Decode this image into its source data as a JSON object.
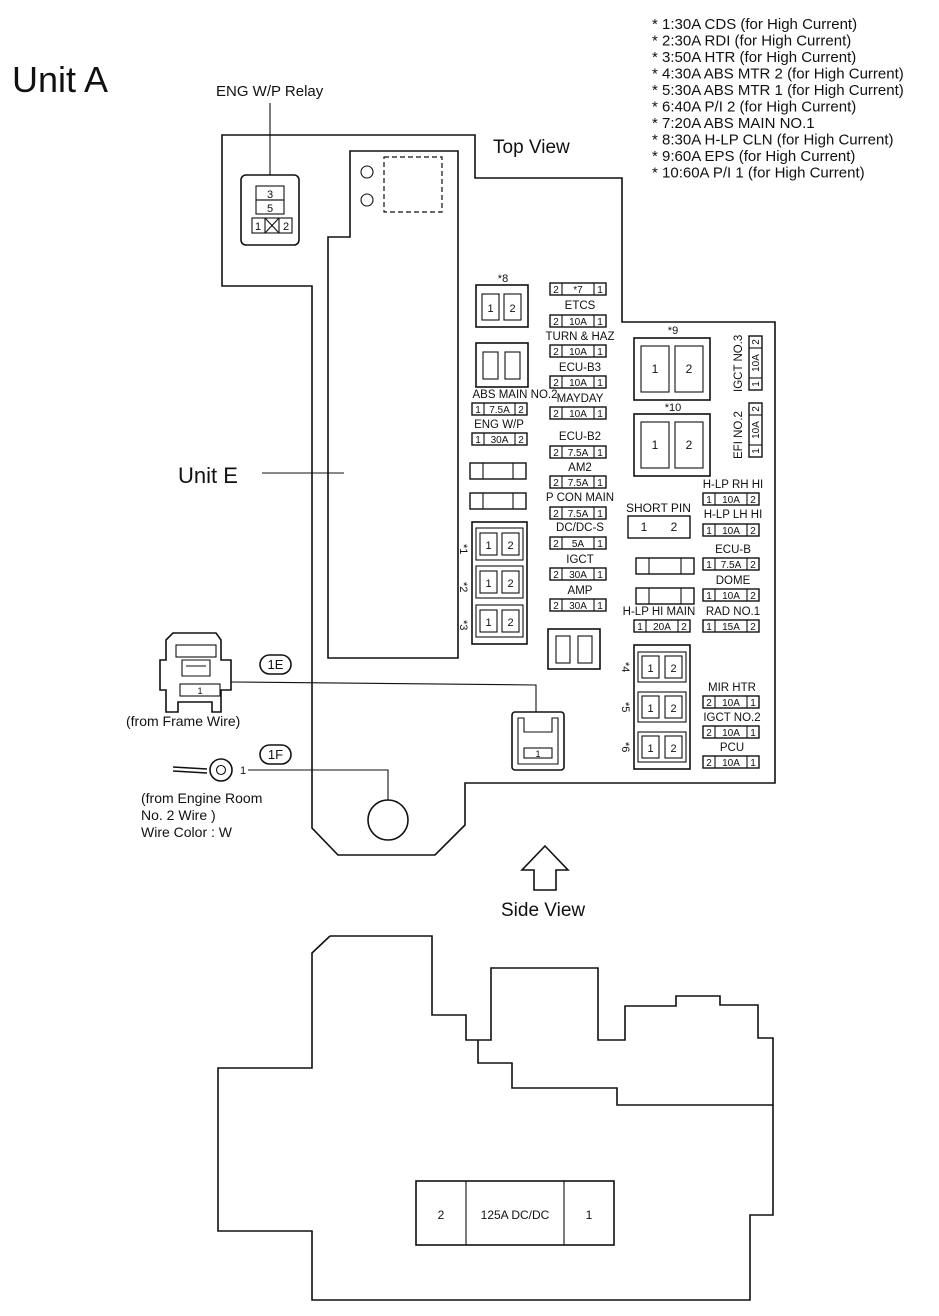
{
  "title": "Unit A",
  "notes": [
    "* 1:30A CDS (for High Current)",
    "* 2:30A RDI (for High Current)",
    "* 3:50A HTR (for High Current)",
    "* 4:30A ABS MTR 2 (for High Current)",
    "* 5:30A ABS MTR 1 (for High Current)",
    "* 6:40A P/I 2 (for High Current)",
    "* 7:20A ABS MAIN NO.1",
    "* 8:30A H-LP CLN (for High Current)",
    "* 9:60A EPS (for High Current)",
    "* 10:60A P/I 1 (for High Current)"
  ],
  "labels": {
    "top_view": "Top View",
    "side_view": "Side View",
    "unit_e": "Unit E",
    "eng_wp_relay": "ENG W/P Relay",
    "short_pin": "SHORT PIN",
    "conn_1e": "1E",
    "conn_1f": "1F",
    "from_frame_wire": "(from Frame Wire)",
    "engine_room_1": "(from Engine Room",
    "engine_room_2": "No. 2 Wire )",
    "wire_color": "Wire Color : W"
  },
  "relay": {
    "pin3": "3",
    "pin5": "5",
    "pin1": "1",
    "pin2": "2"
  },
  "mini_fuses": [
    {
      "name": "",
      "rating": "*7",
      "left": "2",
      "right": "1"
    },
    {
      "name": "ETCS",
      "rating": "10A",
      "left": "2",
      "right": "1"
    },
    {
      "name": "TURN & HAZ",
      "rating": "10A",
      "left": "2",
      "right": "1"
    },
    {
      "name": "ECU-B3",
      "rating": "10A",
      "left": "2",
      "right": "1"
    },
    {
      "name": "MAYDAY",
      "rating": "10A",
      "left": "2",
      "right": "1"
    },
    {
      "name": "ECU-B2",
      "rating": "7.5A",
      "left": "2",
      "right": "1"
    },
    {
      "name": "AM2",
      "rating": "7.5A",
      "left": "2",
      "right": "1"
    },
    {
      "name": "P CON MAIN",
      "rating": "7.5A",
      "left": "2",
      "right": "1"
    },
    {
      "name": "DC/DC-S",
      "rating": "5A",
      "left": "2",
      "right": "1"
    },
    {
      "name": "IGCT",
      "rating": "30A",
      "left": "2",
      "right": "1"
    },
    {
      "name": "AMP",
      "rating": "30A",
      "left": "2",
      "right": "1"
    },
    {
      "name": "ABS MAIN NO.2",
      "rating": "7.5A",
      "left": "1",
      "right": "2"
    },
    {
      "name": "ENG W/P",
      "rating": "30A",
      "left": "1",
      "right": "2"
    },
    {
      "name": "H-LP RH HI",
      "rating": "10A",
      "left": "1",
      "right": "2"
    },
    {
      "name": "H-LP LH HI",
      "rating": "10A",
      "left": "1",
      "right": "2"
    },
    {
      "name": "ECU-B",
      "rating": "7.5A",
      "left": "1",
      "right": "2"
    },
    {
      "name": "DOME",
      "rating": "10A",
      "left": "1",
      "right": "2"
    },
    {
      "name": "H-LP HI MAIN",
      "rating": "20A",
      "left": "1",
      "right": "2"
    },
    {
      "name": "RAD NO.1",
      "rating": "15A",
      "left": "1",
      "right": "2"
    },
    {
      "name": "MIR HTR",
      "rating": "10A",
      "left": "2",
      "right": "1"
    },
    {
      "name": "IGCT NO.2",
      "rating": "10A",
      "left": "2",
      "right": "1"
    },
    {
      "name": "PCU",
      "rating": "10A",
      "left": "2",
      "right": "1"
    }
  ],
  "vertical_fuses": [
    {
      "name": "IGCT NO.3",
      "rating": "10A",
      "left": "1",
      "right": "2"
    },
    {
      "name": "EFI NO.2",
      "rating": "10A",
      "left": "1",
      "right": "2"
    }
  ],
  "cartridges": [
    {
      "tag": "*8",
      "p1": "1",
      "p2": "2"
    },
    {
      "tag": "*9",
      "p1": "1",
      "p2": "2"
    },
    {
      "tag": "*10",
      "p1": "1",
      "p2": "2"
    },
    {
      "tag": "*1",
      "p1": "1",
      "p2": "2"
    },
    {
      "tag": "*2",
      "p1": "1",
      "p2": "2"
    },
    {
      "tag": "*3",
      "p1": "1",
      "p2": "2"
    },
    {
      "tag": "*4",
      "p1": "1",
      "p2": "2"
    },
    {
      "tag": "*5",
      "p1": "1",
      "p2": "2"
    },
    {
      "tag": "*6",
      "p1": "1",
      "p2": "2"
    }
  ],
  "short_pin": {
    "p1": "1",
    "p2": "2"
  },
  "frame_conn_pin": "1",
  "small_conn_pin": "1",
  "engine_room_pin": "1",
  "side_fuse": {
    "left": "2",
    "label": "125A DC/DC",
    "right": "1"
  }
}
